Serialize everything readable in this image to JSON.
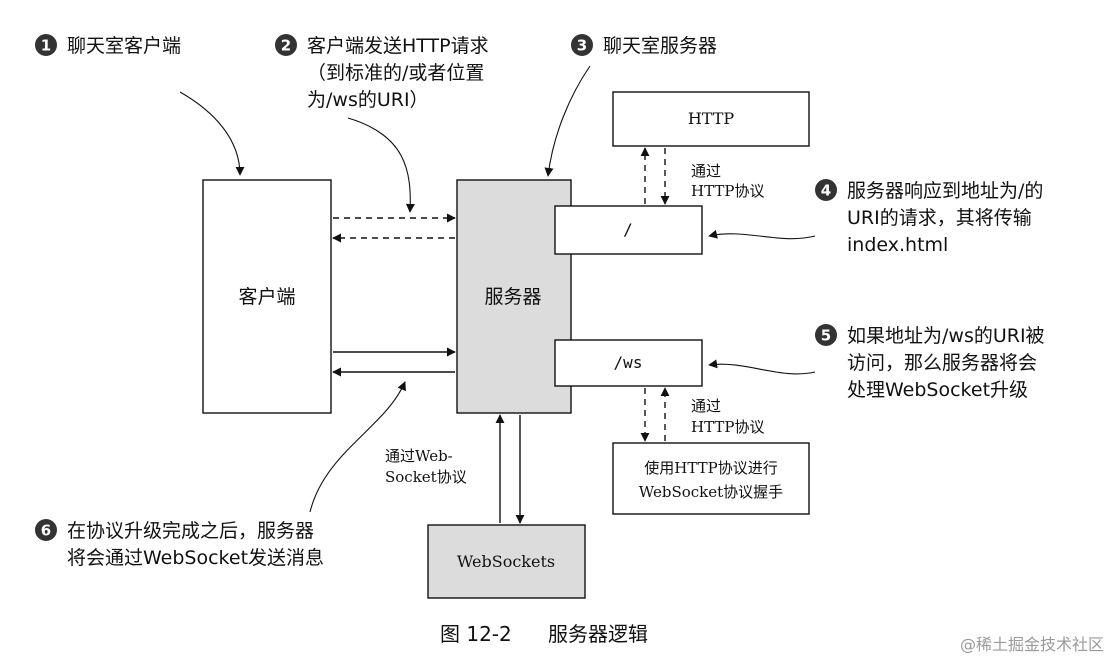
{
  "colors": {
    "stroke": "#111111",
    "shaded_box_fill": "#dcdcdc",
    "badge_fill": "#333333",
    "watermark": "#9a9a9a"
  },
  "annotations": [
    {
      "number": "1",
      "lines": [
        "聊天室客户端"
      ]
    },
    {
      "number": "2",
      "lines": [
        "客户端发送HTTP请求",
        "（到标准的/或者位置",
        "为/ws的URI）"
      ]
    },
    {
      "number": "3",
      "lines": [
        "聊天室服务器"
      ]
    },
    {
      "number": "4",
      "lines": [
        "服务器响应到地址为/的",
        "URI的请求，其将传输",
        "index.html"
      ]
    },
    {
      "number": "5",
      "lines": [
        "如果地址为/ws的URI被",
        "访问，那么服务器将会",
        "处理WebSocket升级"
      ]
    },
    {
      "number": "6",
      "lines": [
        "在协议升级完成之后，服务器",
        "将会通过WebSocket发送消息"
      ]
    }
  ],
  "boxes": {
    "client": "客户端",
    "server": "服务器",
    "http": "HTTP",
    "root_path": "/",
    "ws_path": "/ws",
    "handshake": [
      "使用HTTP协议进行",
      "WebSocket协议握手"
    ],
    "websockets": "WebSockets"
  },
  "labels": {
    "via_http_top": [
      "通过",
      "HTTP协议"
    ],
    "via_http_bottom": [
      "通过",
      "HTTP协议"
    ],
    "via_websocket": [
      "通过Web-",
      "Socket协议"
    ]
  },
  "caption": {
    "figure": "图 12-2",
    "title": "服务器逻辑"
  },
  "watermark": "@稀土掘金技术社区"
}
